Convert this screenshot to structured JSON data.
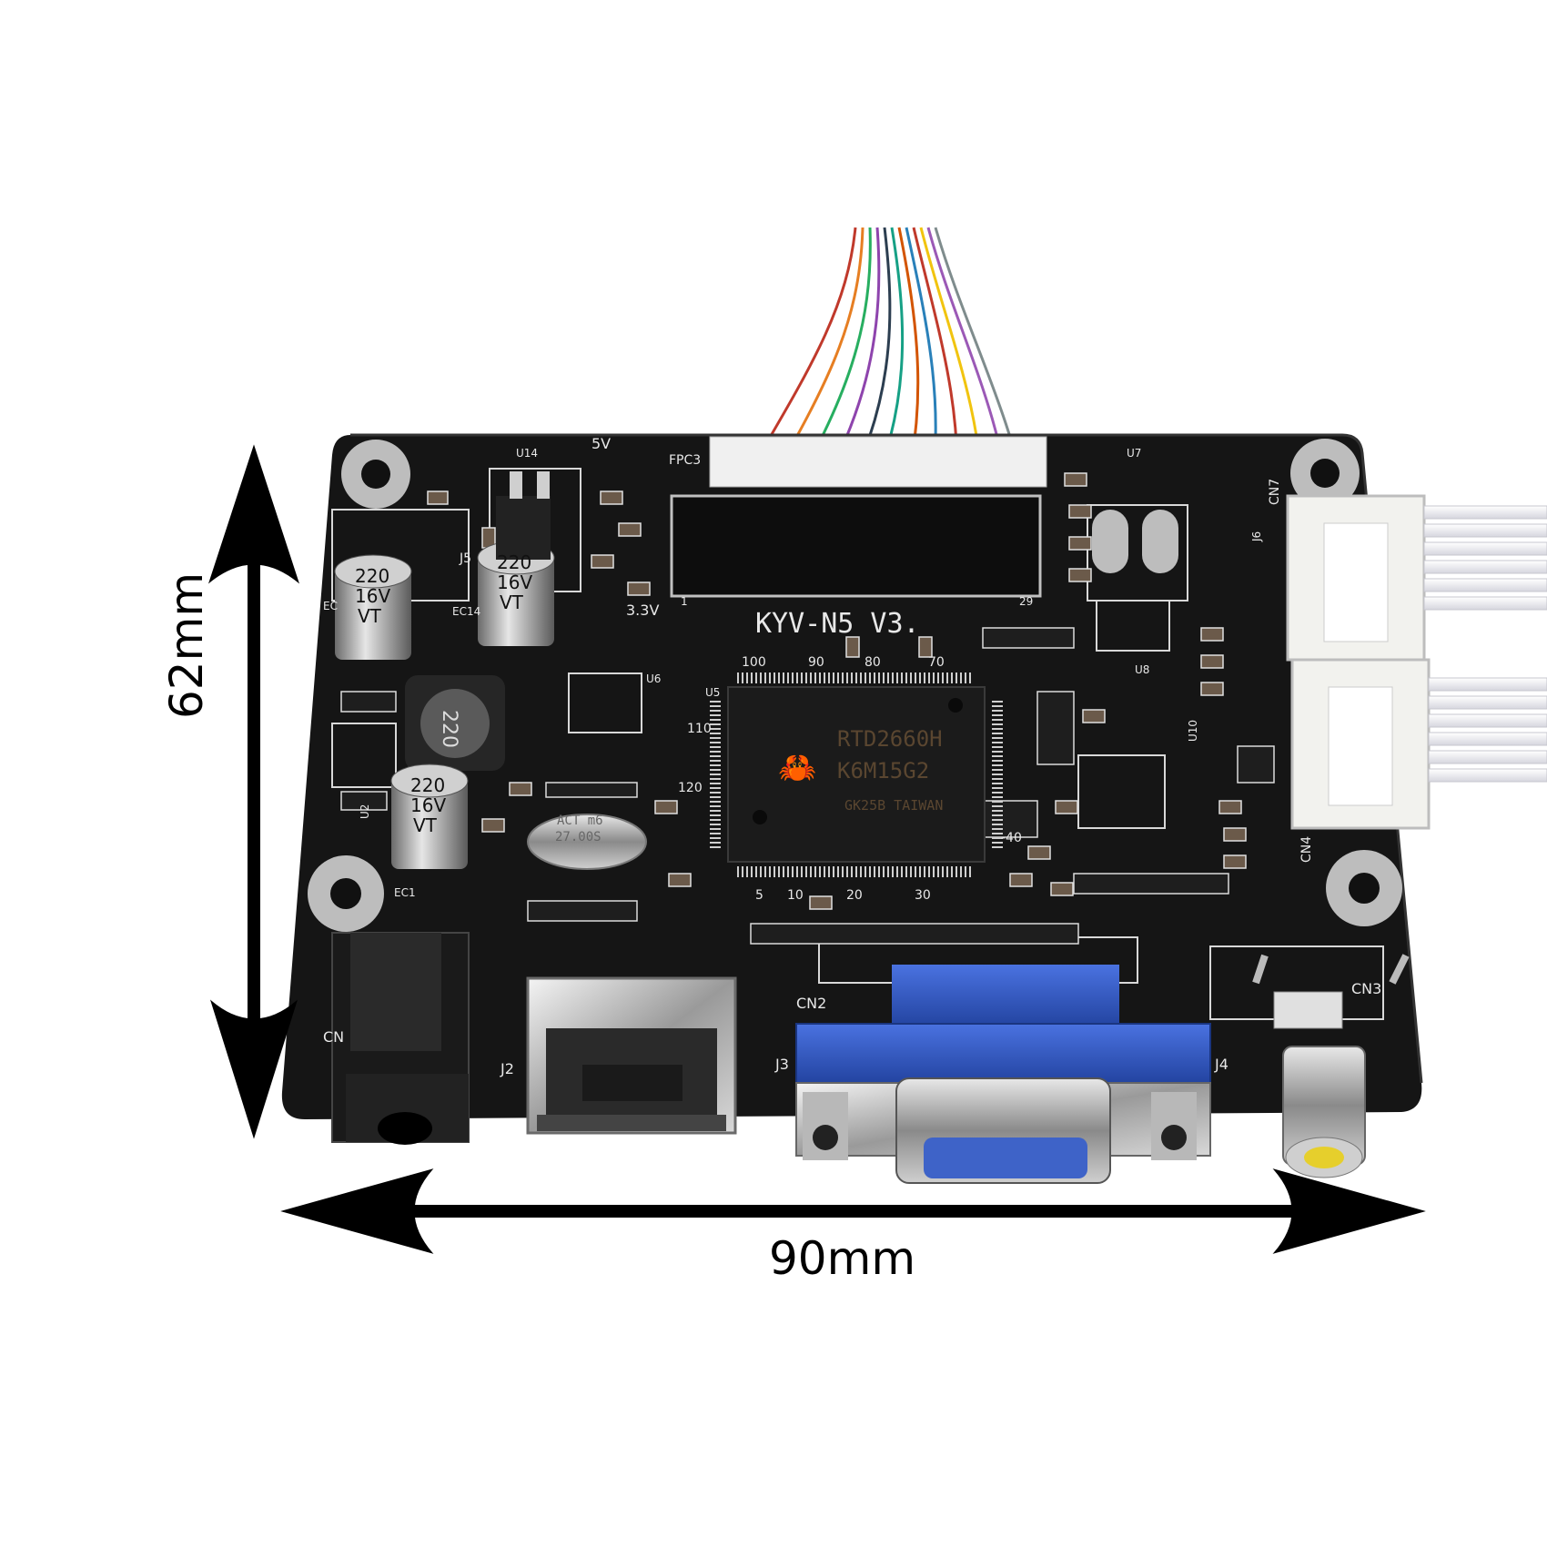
{
  "dimensions": {
    "width_label": "90mm",
    "height_label": "62mm"
  },
  "board": {
    "model": "KYV-N5 V3.",
    "chip_lines": [
      "RTD2660H",
      "K6M15G2",
      "GK25B TAIWAN"
    ],
    "crystal_lines": [
      "ACT m6",
      "27.00S"
    ],
    "cap_lines": [
      "220",
      "16V",
      "VT"
    ],
    "inductor_text": "220",
    "pin_numbers_top": [
      "100",
      "90",
      "80",
      "70"
    ],
    "pin_numbers_bottom": [
      "5",
      "10",
      "20",
      "30"
    ],
    "pin_number_side_40": "-40",
    "pin_number_side_120": "120",
    "pin_number_side_110": "110",
    "fpc_pin_1": "1",
    "fpc_pin_29": "29",
    "labels": {
      "fpc": "FPC3",
      "u14": "U14",
      "v5": "5V",
      "v33": "3.3V",
      "j5": "J5",
      "ec14": "EC14",
      "ec1": "EC1",
      "ec_left": "EC",
      "u7": "U7",
      "u8": "U8",
      "u6": "U6",
      "u5": "U5",
      "u2": "U2",
      "u10": "U10",
      "cn7": "CN7",
      "cn4": "CN4",
      "cn3": "CN3",
      "cn2": "CN2",
      "cn1": "CN",
      "j2": "J2",
      "j3": "J3",
      "j4": "J4",
      "j6": "J6"
    }
  },
  "colors": {
    "pcb": "#151515",
    "silkscreen": "#e8e8e8",
    "vga_blue": "#2f55c0",
    "rca_yellow": "#e6cf2c",
    "connector_white": "#f2f2ee",
    "arrow": "#000000"
  }
}
